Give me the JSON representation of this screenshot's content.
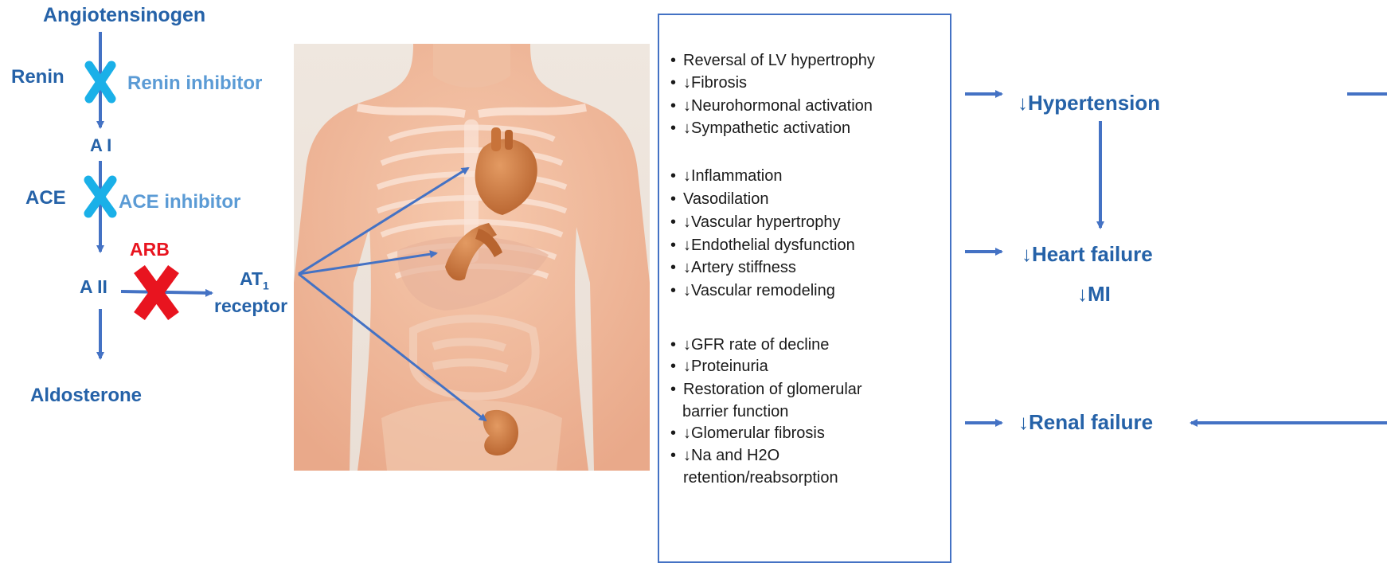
{
  "pathway": {
    "angiotensinogen": "Angiotensinogen",
    "renin": "Renin",
    "renin_inhibitor": "Renin inhibitor",
    "a1": "A I",
    "ace": "ACE",
    "ace_inhibitor": "ACE inhibitor",
    "arb": "ARB",
    "a2": "A II",
    "at1_main": "AT",
    "at1_sub": "1",
    "receptor": "receptor",
    "aldosterone": "Aldosterone"
  },
  "effects": {
    "heart": [
      "Reversal of LV hypertrophy",
      "↓Fibrosis",
      "↓Neurohormonal activation",
      "↓Sympathetic activation"
    ],
    "vessels": [
      "↓Inflammation",
      "Vasodilation",
      "↓Vascular hypertrophy",
      "↓Endothelial dysfunction",
      "↓Artery stiffness",
      "↓Vascular remodeling"
    ],
    "kidney": [
      "↓GFR rate of decline",
      "↓Proteinuria",
      "Restoration of glomerular",
      "barrier function",
      "↓Glomerular fibrosis",
      "↓Na and H2O",
      "retention/reabsorption"
    ]
  },
  "outcomes": {
    "hypertension": "↓Hypertension",
    "heart_failure": "↓Heart failure",
    "mi": "↓MI",
    "renal_failure": "↓Renal failure"
  },
  "colors": {
    "dark_blue": "#2562a8",
    "light_blue": "#5b9bd5",
    "arrow_blue": "#4472c4",
    "cyan_x": "#1ab0e8",
    "red_x": "#e8141f",
    "organ": "#c8733a"
  }
}
